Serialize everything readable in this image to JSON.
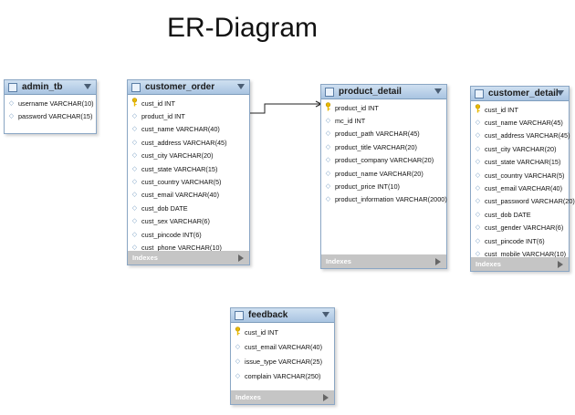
{
  "title": "ER-Diagram",
  "tables": {
    "admin_tb": {
      "name": "admin_tb",
      "columns": [
        {
          "text": "username VARCHAR(10)",
          "key": false
        },
        {
          "text": "password VARCHAR(15)",
          "key": false
        }
      ]
    },
    "customer_order": {
      "name": "customer_order",
      "columns": [
        {
          "text": "cust_id INT",
          "key": true
        },
        {
          "text": "product_id INT",
          "key": false
        },
        {
          "text": "cust_name VARCHAR(40)",
          "key": false
        },
        {
          "text": "cust_address VARCHAR(45)",
          "key": false
        },
        {
          "text": "cust_city VARCHAR(20)",
          "key": false
        },
        {
          "text": "cust_state VARCHAR(15)",
          "key": false
        },
        {
          "text": "cust_country VARCHAR(5)",
          "key": false
        },
        {
          "text": "cust_email VARCHAR(40)",
          "key": false
        },
        {
          "text": "cust_dob DATE",
          "key": false
        },
        {
          "text": "cust_sex VARCHAR(6)",
          "key": false
        },
        {
          "text": "cust_pincode INT(6)",
          "key": false
        },
        {
          "text": "cust_phone VARCHAR(10)",
          "key": false
        }
      ],
      "indexes_label": "Indexes"
    },
    "product_detail": {
      "name": "product_detail",
      "columns": [
        {
          "text": "product_id INT",
          "key": true
        },
        {
          "text": "mc_id INT",
          "key": false
        },
        {
          "text": "product_path VARCHAR(45)",
          "key": false
        },
        {
          "text": "product_title VARCHAR(20)",
          "key": false
        },
        {
          "text": "product_company VARCHAR(20)",
          "key": false
        },
        {
          "text": "product_name VARCHAR(20)",
          "key": false
        },
        {
          "text": "product_price INT(10)",
          "key": false
        },
        {
          "text": "product_information VARCHAR(2000)",
          "key": false
        }
      ],
      "indexes_label": "Indexes"
    },
    "customer_detail": {
      "name": "customer_detail",
      "columns": [
        {
          "text": "cust_id INT",
          "key": true
        },
        {
          "text": "cust_name VARCHAR(45)",
          "key": false
        },
        {
          "text": "cust_address VARCHAR(45)",
          "key": false
        },
        {
          "text": "cust_city VARCHAR(20)",
          "key": false
        },
        {
          "text": "cust_state VARCHAR(15)",
          "key": false
        },
        {
          "text": "cust_country VARCHAR(5)",
          "key": false
        },
        {
          "text": "cust_email VARCHAR(40)",
          "key": false
        },
        {
          "text": "cust_password VARCHAR(20)",
          "key": false
        },
        {
          "text": "cust_dob DATE",
          "key": false
        },
        {
          "text": "cust_gender VARCHAR(6)",
          "key": false
        },
        {
          "text": "cust_pincode INT(6)",
          "key": false
        },
        {
          "text": "cust_mobile VARCHAR(10)",
          "key": false
        }
      ],
      "indexes_label": "Indexes"
    },
    "feedback": {
      "name": "feedback",
      "columns": [
        {
          "text": "cust_id INT",
          "key": true
        },
        {
          "text": "cust_email VARCHAR(40)",
          "key": false
        },
        {
          "text": "issue_type VARCHAR(25)",
          "key": false
        },
        {
          "text": "complain VARCHAR(250)",
          "key": false
        }
      ],
      "indexes_label": "Indexes"
    }
  },
  "relationships": [
    {
      "from": "customer_order.product_id",
      "to": "product_detail.product_id"
    }
  ],
  "colors": {
    "header": "#b9cfe7",
    "border": "#8aa6c4",
    "indexes_bar": "#c5c5c5",
    "key_icon": "#e0b000",
    "column_icon": "#7aa0c4"
  }
}
